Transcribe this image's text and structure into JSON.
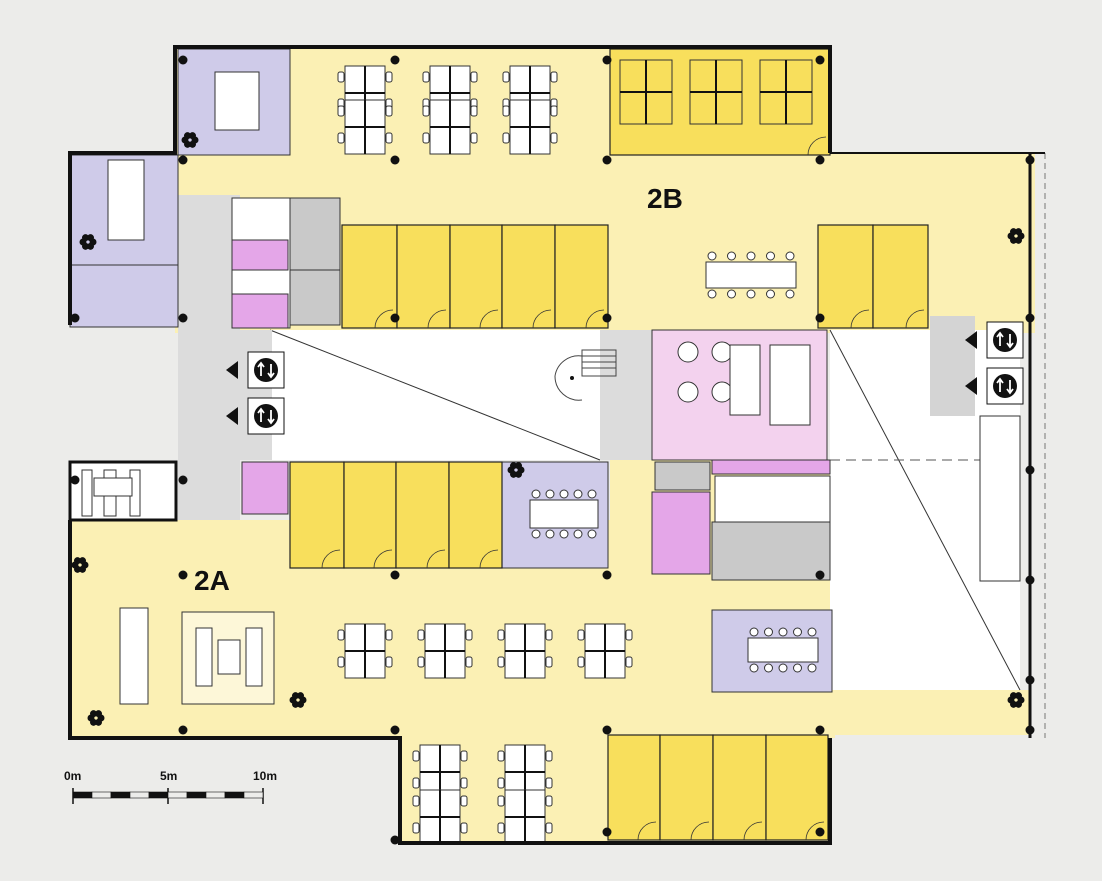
{
  "plan": {
    "zones": {
      "zone_2a": "2A",
      "zone_2b": "2B"
    },
    "scale_bar": {
      "label_0": "0m",
      "label_5": "5m",
      "label_10": "10m"
    },
    "colors": {
      "background": "#ececea",
      "open_office": "#fbf0b4",
      "private_office": "#f8df5c",
      "meeting_room": "#cfcbe9",
      "restroom": "#e4a6e8",
      "cafe": "#f3d2ee",
      "core_grey": "#c9c9c9",
      "corridor_grey": "#dcdcdc",
      "void": "#ffffff",
      "wall": "#111111"
    }
  }
}
